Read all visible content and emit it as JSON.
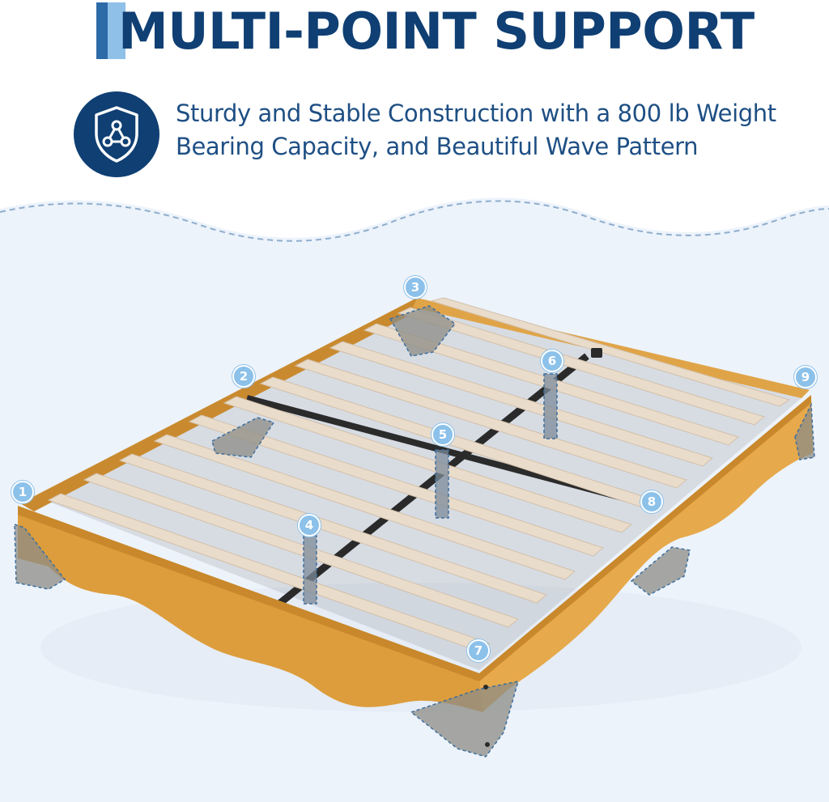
{
  "title": "MULTI-POINT SUPPORT",
  "subtitle": {
    "line1": "Sturdy and Stable Construction with a 800 lb Weight",
    "line2": "Bearing Capacity, and Beautiful Wave Pattern"
  },
  "icons": {
    "feature": "shield-network-icon"
  },
  "colors": {
    "title": "#0f3f73",
    "subtitle": "#1e4f84",
    "accent_dark": "#2d6aa8",
    "accent_light": "#8fc0e8",
    "marker": "#8cc1ea",
    "wood": "#d89a3a",
    "slat": "#e8d9c7",
    "background_wave": "#edf3fb"
  },
  "markers": [
    "1",
    "2",
    "3",
    "4",
    "5",
    "6",
    "7",
    "8",
    "9"
  ]
}
